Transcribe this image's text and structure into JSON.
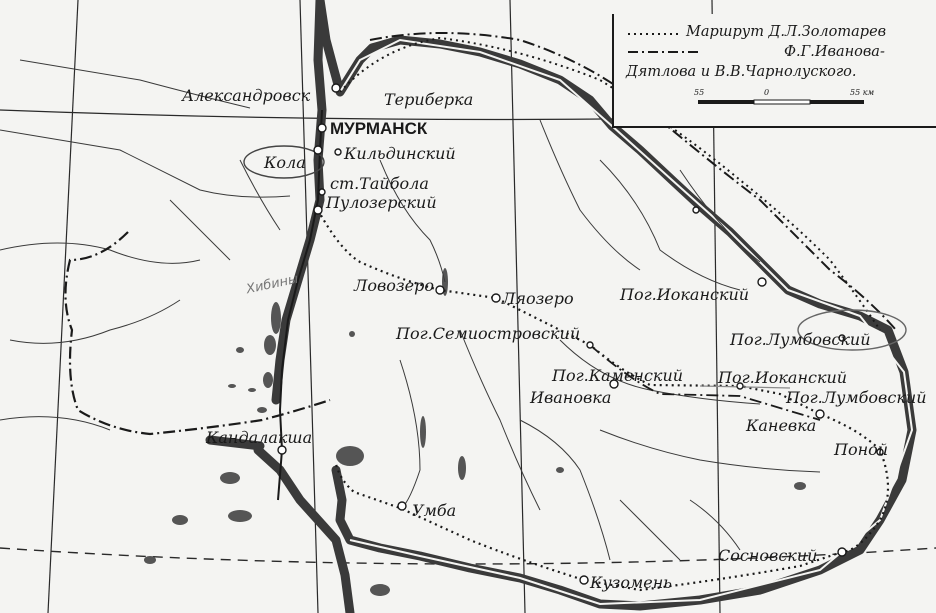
{
  "legend": {
    "line1": "Маршрут Д.Л.Золотарев",
    "line2": "Ф.Г.Иванова-",
    "line3": "Дятлова и В.В.Чарнолуского.",
    "scale_left": "55",
    "scale_mid": "0",
    "scale_right": "55 км"
  },
  "places": {
    "aleksandrovsk": "Александровск",
    "teriberka": "Териберка",
    "murmansk": "МУРМАНСК",
    "kola": "Кола",
    "kildinsky": "Кильдинский",
    "taibola": "ст.Тайбола",
    "pulozersky": "Пулозерский",
    "lovozero": "Ловозеро",
    "lyavozero": "Ляозеро",
    "ioкansky_n": "Пог.Иоканский",
    "semiostrovsky": "Пог.Семиостровский",
    "lumbovsky_n": "Пог.Лумбовский",
    "kamensky": "Пог.Каменский",
    "ivanovka": "Ивановка",
    "iokansky_s": "Пог.Иоканский",
    "lumbovsky_s": "Пог.Лумбовский",
    "kanevka": "Каневка",
    "ponoi": "Поной",
    "kandalaksha": "Кандалакша",
    "umba": "Умба",
    "sosnovsky": "Сосновский",
    "kuzomen": "Кузомень"
  },
  "annotation": "Хибины"
}
